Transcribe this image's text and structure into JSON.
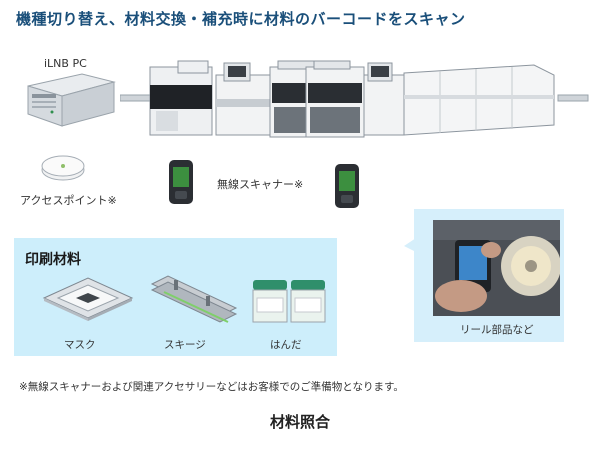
{
  "title": "機種切り替え、材料交換・補充時に材料のバーコードをスキャン",
  "pc_label": "iLNB PC",
  "access_point_label": "アクセスポイント※",
  "wireless_scanner_label": "無線スキャナー※",
  "print_materials": {
    "heading": "印刷材料",
    "items": [
      "マスク",
      "スキージ",
      "はんだ"
    ]
  },
  "reel_label": "リール部品など",
  "note": "※無線スキャナーおよび関連アクセサリーなどはお客様でのご準備物となります。",
  "footer_title": "材料照合"
}
